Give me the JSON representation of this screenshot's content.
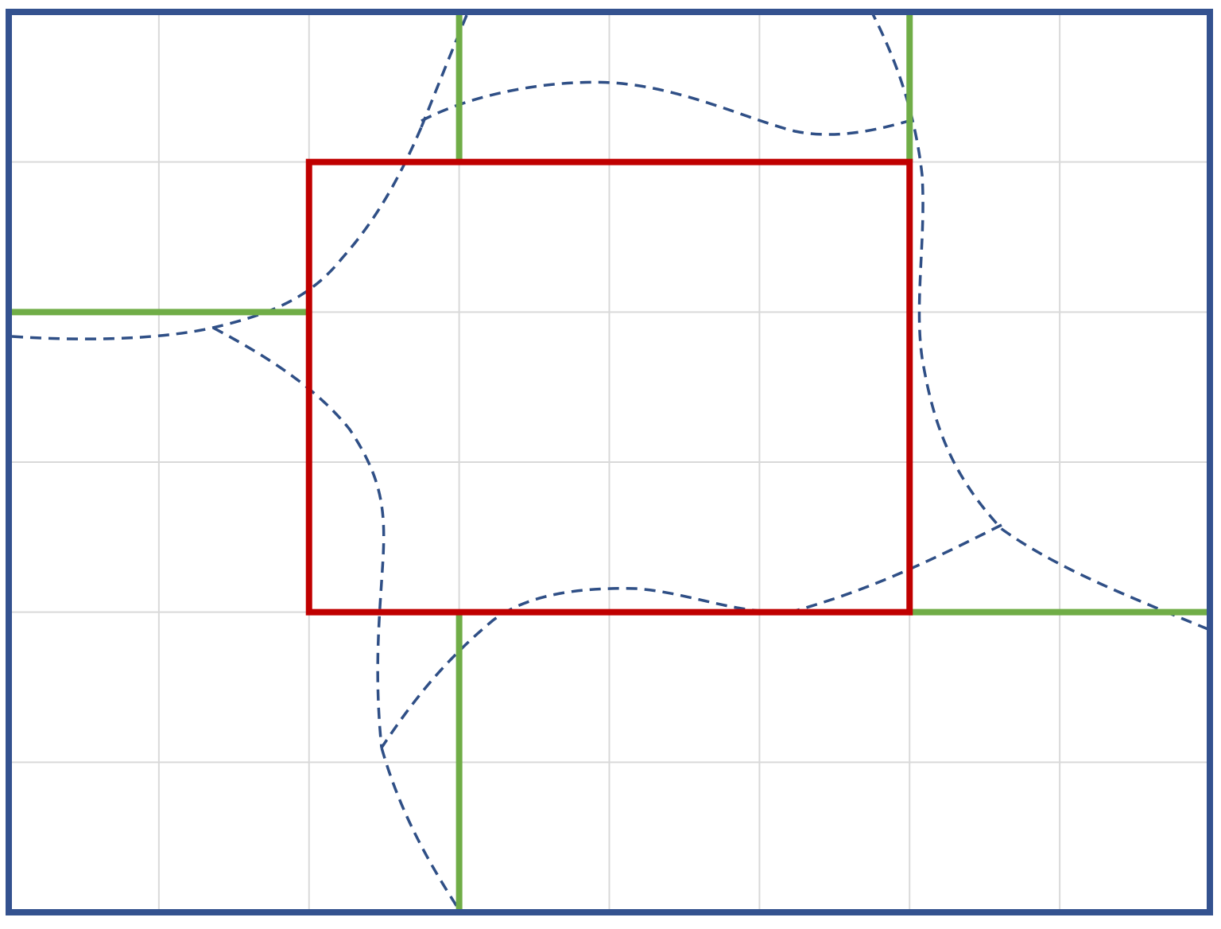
{
  "diagram": {
    "grid": {
      "columns": 8,
      "rows": 6
    },
    "square": {
      "col_start": 2,
      "col_end": 6,
      "row_start": 1,
      "row_end": 4
    },
    "green_segments": [
      {
        "orientation": "vertical",
        "col": 3,
        "row_from": 0,
        "row_to": 1
      },
      {
        "orientation": "vertical",
        "col": 6,
        "row_from": 0,
        "row_to": 1
      },
      {
        "orientation": "horizontal",
        "row": 2,
        "col_from": 0,
        "col_to": 2
      },
      {
        "orientation": "vertical",
        "col": 3,
        "row_from": 4,
        "row_to": 6
      },
      {
        "orientation": "horizontal",
        "row": 4,
        "col_from": 6,
        "col_to": 8
      }
    ],
    "colors": {
      "border": "#34528f",
      "grid": "#d9d9d9",
      "square": "#c00000",
      "segments": "#70ad47",
      "dashed_curves": "#2f4f86",
      "background": "#ffffff"
    }
  }
}
